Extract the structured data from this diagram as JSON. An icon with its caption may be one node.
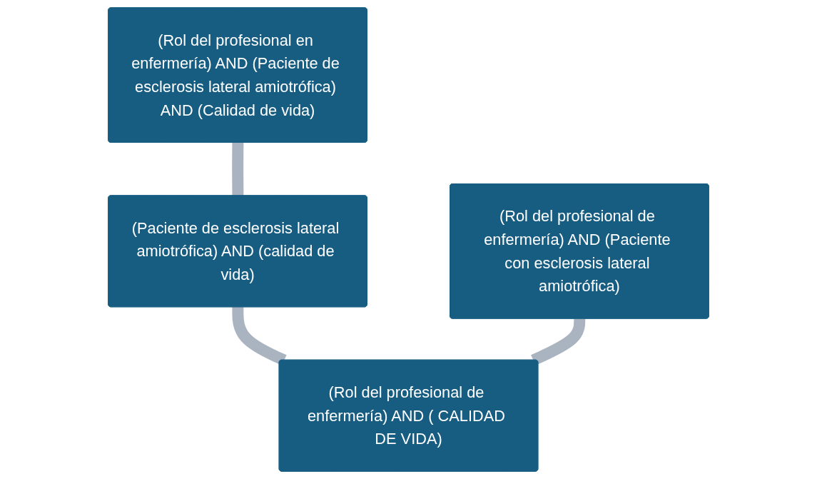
{
  "diagram": {
    "nodes": [
      {
        "text": [
          "(Rol del profesional en enfermería) AND (Paciente de esclerosis lateral amiotrófica) AND (Calidad de vida)"
        ]
      },
      {
        "text": [
          "(Rol del profesional de enfermería) AND (Paciente con esclerosis lateral amiotrófica)"
        ]
      },
      {
        "text": [
          "(Paciente de esclerosis lateral amiotrófica) AND (calidad de vida)"
        ]
      },
      {
        "text": [
          "(Rol del profesional de enfermería) AND ( CALIDAD DE VIDA)"
        ]
      }
    ],
    "edges": [
      {
        "from": 0,
        "to": 2,
        "arrow": "none"
      },
      {
        "from": 2,
        "to": 3,
        "arrow": "none"
      },
      {
        "from": 1,
        "to": 3,
        "arrow": "none"
      }
    ]
  }
}
